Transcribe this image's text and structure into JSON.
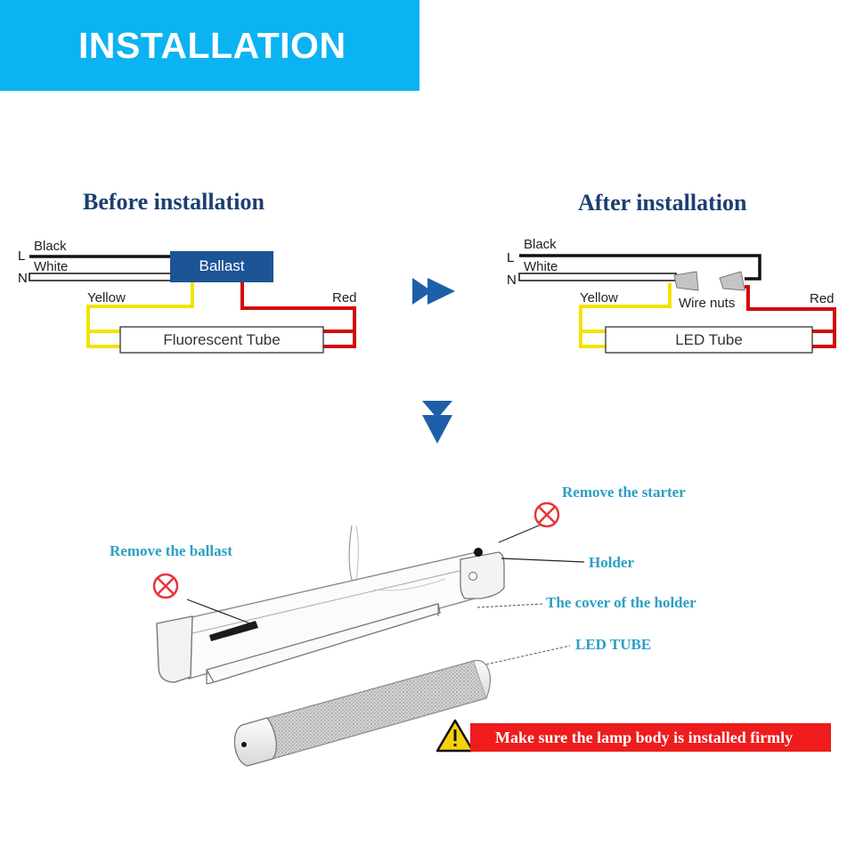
{
  "banner": {
    "title": "INSTALLATION"
  },
  "before": {
    "heading": "Before installation",
    "black": "Black",
    "white": "White",
    "l": "L",
    "n": "N",
    "ballast": "Ballast",
    "yellow": "Yellow",
    "red": "Red",
    "tube": "Fluorescent Tube"
  },
  "after": {
    "heading": "After installation",
    "black": "Black",
    "white": "White",
    "l": "L",
    "n": "N",
    "yellow": "Yellow",
    "red": "Red",
    "wire_nuts": "Wire nuts",
    "tube": "LED Tube"
  },
  "callouts": {
    "remove_starter": "Remove the starter",
    "remove_ballast": "Remove the ballast",
    "holder": "Holder",
    "cover": "The cover of the holder",
    "led_tube": "LED TUBE"
  },
  "warning": {
    "text": "Make sure the lamp body is installed firmly"
  },
  "colors": {
    "banner": "#0bb3f2",
    "heading": "#1c3f72",
    "arrow": "#1d5fa8",
    "ballast": "#1d5496",
    "callout": "#2b9fc4",
    "wire_yellow": "#f2e200",
    "wire_red": "#d10a0a",
    "warning": "#ee1c1c",
    "prohibit": "#e8343a"
  }
}
